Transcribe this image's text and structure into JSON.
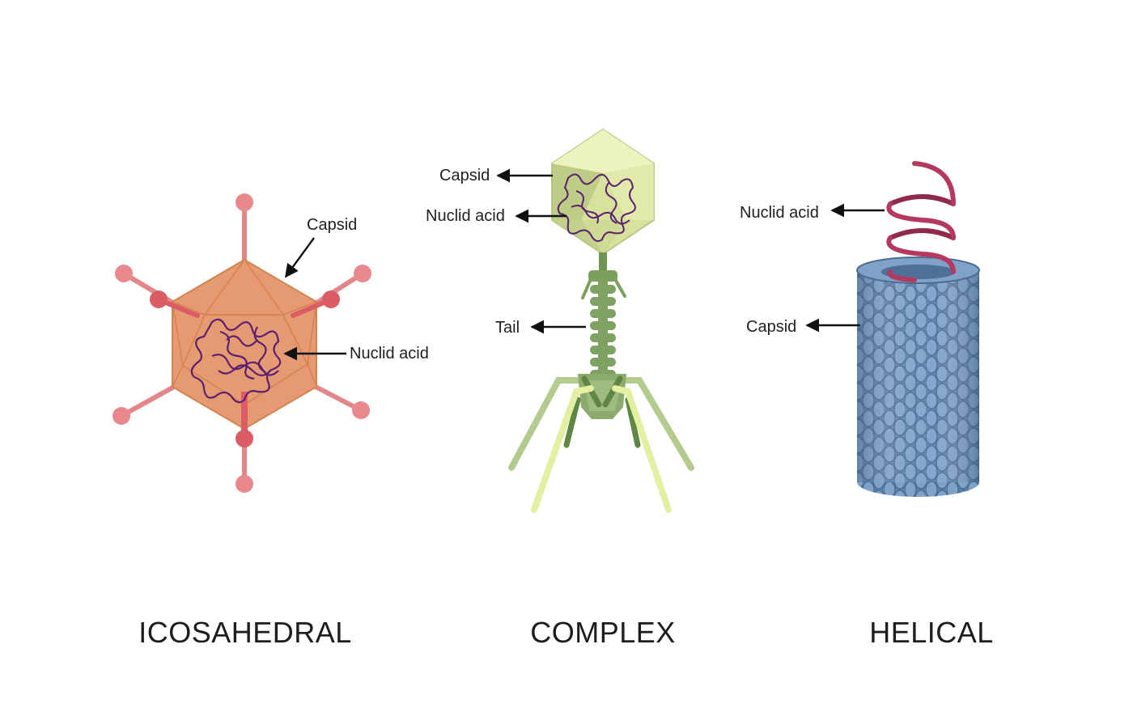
{
  "icosahedral": {
    "title": "ICOSAHEDRAL",
    "capsid_label": "Capsid",
    "nucleic_label": "Nuclid acid",
    "colors": {
      "capsid": "#e79e73",
      "spike": "#e7888a",
      "spike_base": "#db5a64",
      "nucleic": "#5a1e6e"
    }
  },
  "complex": {
    "title": "COMPLEX",
    "capsid_label": "Capsid",
    "nucleic_label": "Nuclid acid",
    "tail_label": "Tail",
    "colors": {
      "head": "#d6e29a",
      "tail": "#7ea260",
      "leg_light": "#e2ee9e",
      "leg_mid": "#b3cb8e",
      "nucleic": "#5a1e6e"
    }
  },
  "helical": {
    "title": "HELICAL",
    "nucleic_label": "Nuclid acid",
    "capsid_label": "Capsid",
    "colors": {
      "capsid": "#6f95bd",
      "capsid_dark": "#4c6f98",
      "rna": "#b5385f"
    }
  }
}
